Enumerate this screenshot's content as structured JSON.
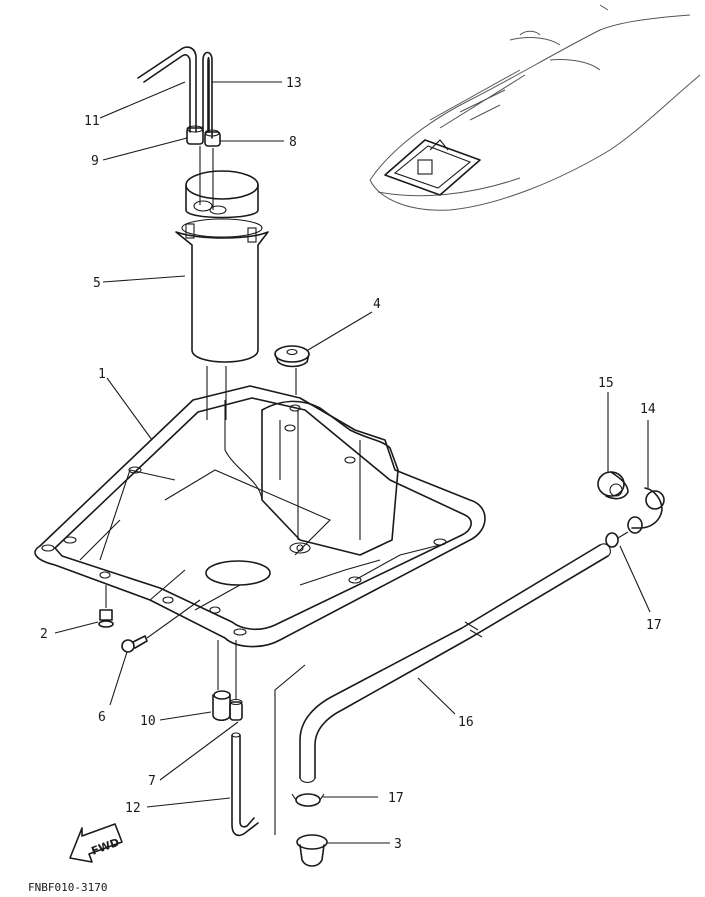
{
  "diagram": {
    "code": "FNBF010-3170",
    "direction_label": "FWD",
    "callouts": [
      {
        "id": "c1",
        "label": "1"
      },
      {
        "id": "c2",
        "label": "2"
      },
      {
        "id": "c3",
        "label": "3"
      },
      {
        "id": "c4",
        "label": "4"
      },
      {
        "id": "c5",
        "label": "5"
      },
      {
        "id": "c6",
        "label": "6"
      },
      {
        "id": "c7",
        "label": "7"
      },
      {
        "id": "c8",
        "label": "8"
      },
      {
        "id": "c9",
        "label": "9"
      },
      {
        "id": "c10",
        "label": "10"
      },
      {
        "id": "c11",
        "label": "11"
      },
      {
        "id": "c12",
        "label": "12"
      },
      {
        "id": "c13",
        "label": "13"
      },
      {
        "id": "c14",
        "label": "14"
      },
      {
        "id": "c15",
        "label": "15"
      },
      {
        "id": "c16",
        "label": "16"
      },
      {
        "id": "c17a",
        "label": "17"
      },
      {
        "id": "c17b",
        "label": "17"
      }
    ]
  }
}
